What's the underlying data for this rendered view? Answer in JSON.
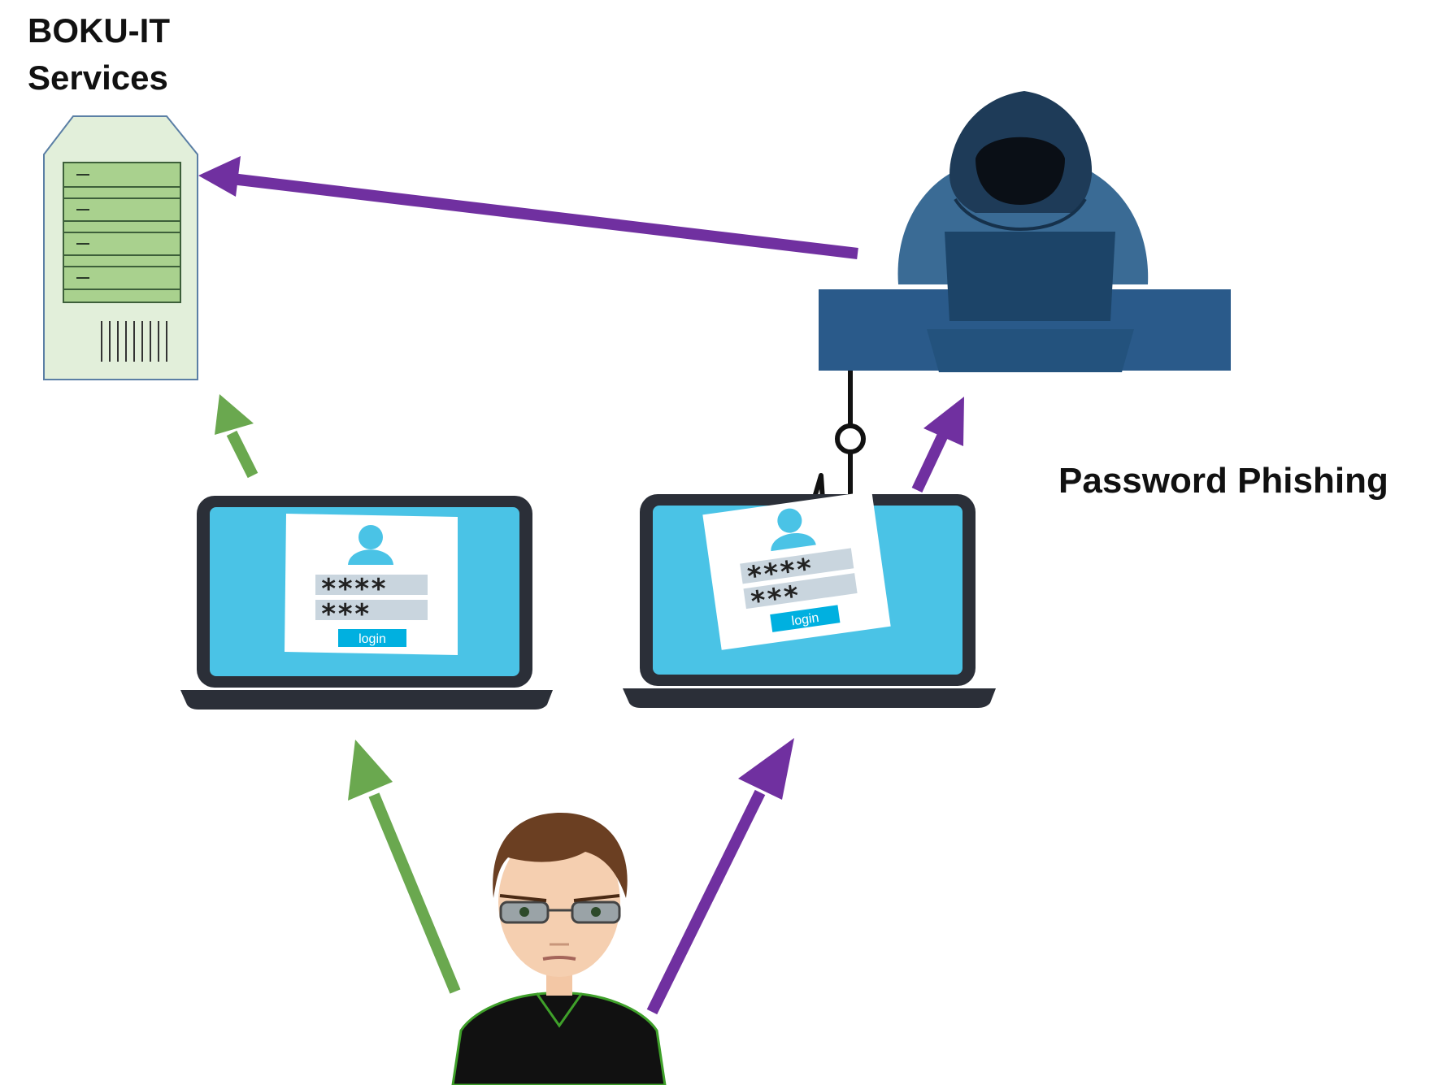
{
  "labels": {
    "server_title_line1": "BOKU-IT",
    "server_title_line2": "Services",
    "attack_label": "Password Phishing"
  },
  "login_form": {
    "username_mask": "****",
    "password_mask": "***",
    "button_label": "login"
  },
  "colors": {
    "legitimate_arrow": "#6aa84f",
    "phishing_arrow": "#7030a0",
    "server_fill": "#e2efda",
    "server_panel": "#a9d18e",
    "laptop_screen": "#4ac3e6",
    "laptop_frame": "#2b2f38",
    "hacker_desk": "#2a5a8a",
    "login_button": "#00b0e0"
  },
  "icons": {
    "server": "server-icon",
    "hacker": "hacker-icon",
    "laptop": "laptop-icon",
    "user": "user-avatar-icon",
    "hook": "fishing-hook-icon"
  }
}
